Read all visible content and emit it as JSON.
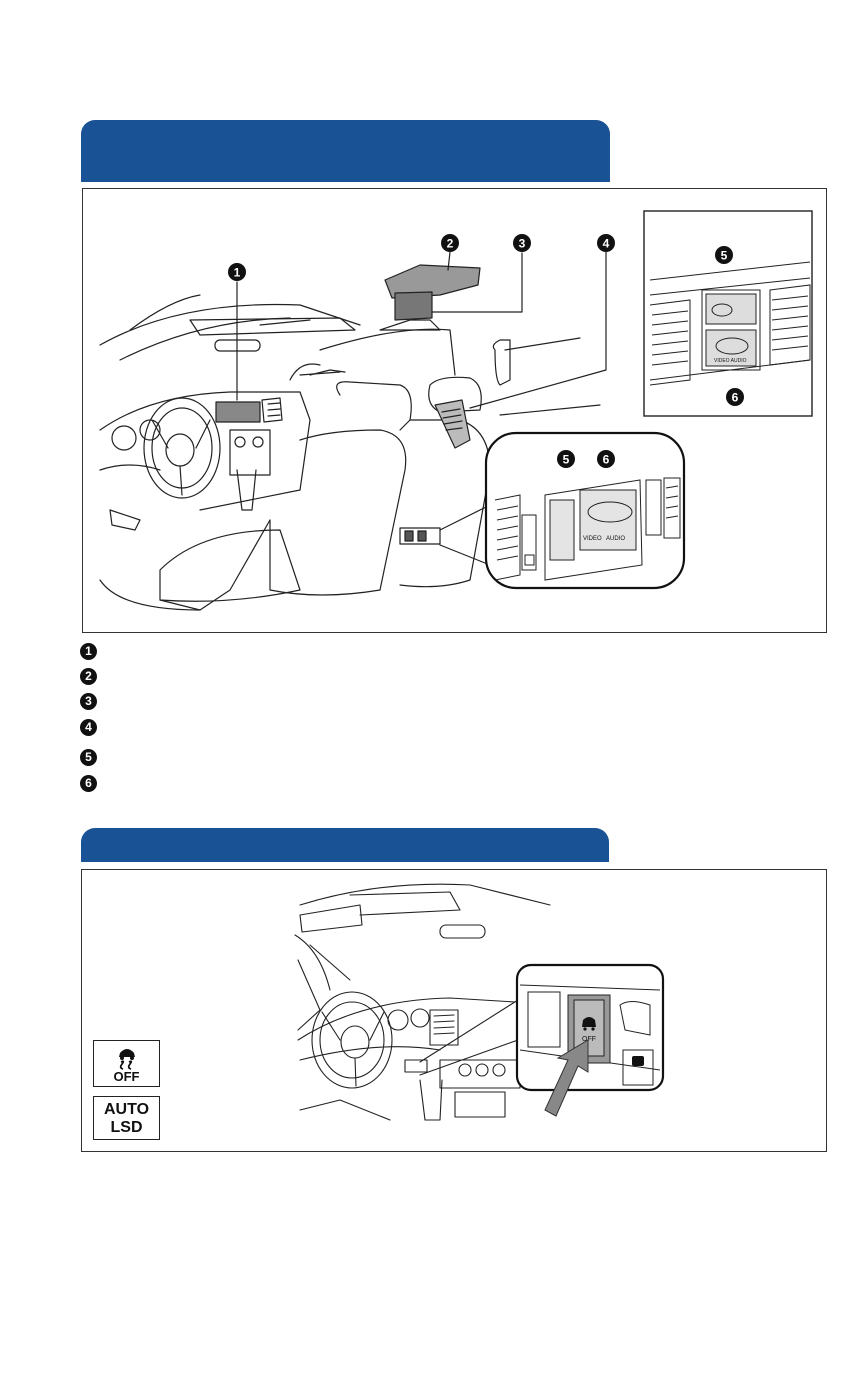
{
  "section1": {
    "callouts": [
      {
        "number": "1",
        "description": ""
      },
      {
        "number": "2",
        "description": ""
      },
      {
        "number": "3",
        "description": ""
      },
      {
        "number": "4",
        "description": ""
      },
      {
        "number": "5",
        "description": ""
      },
      {
        "number": "6",
        "description": ""
      }
    ],
    "inset_labels": {
      "jack_label": "VIDEO",
      "audio_label": "AUDIO"
    }
  },
  "section2": {
    "icons": [
      {
        "name": "vsc-off-icon",
        "text": "OFF"
      },
      {
        "name": "auto-lsd-icon",
        "line1": "AUTO",
        "line2": "LSD"
      }
    ],
    "switch_label": "OFF"
  },
  "colors": {
    "tab_blue": "#1a5296",
    "line": "#333333"
  }
}
